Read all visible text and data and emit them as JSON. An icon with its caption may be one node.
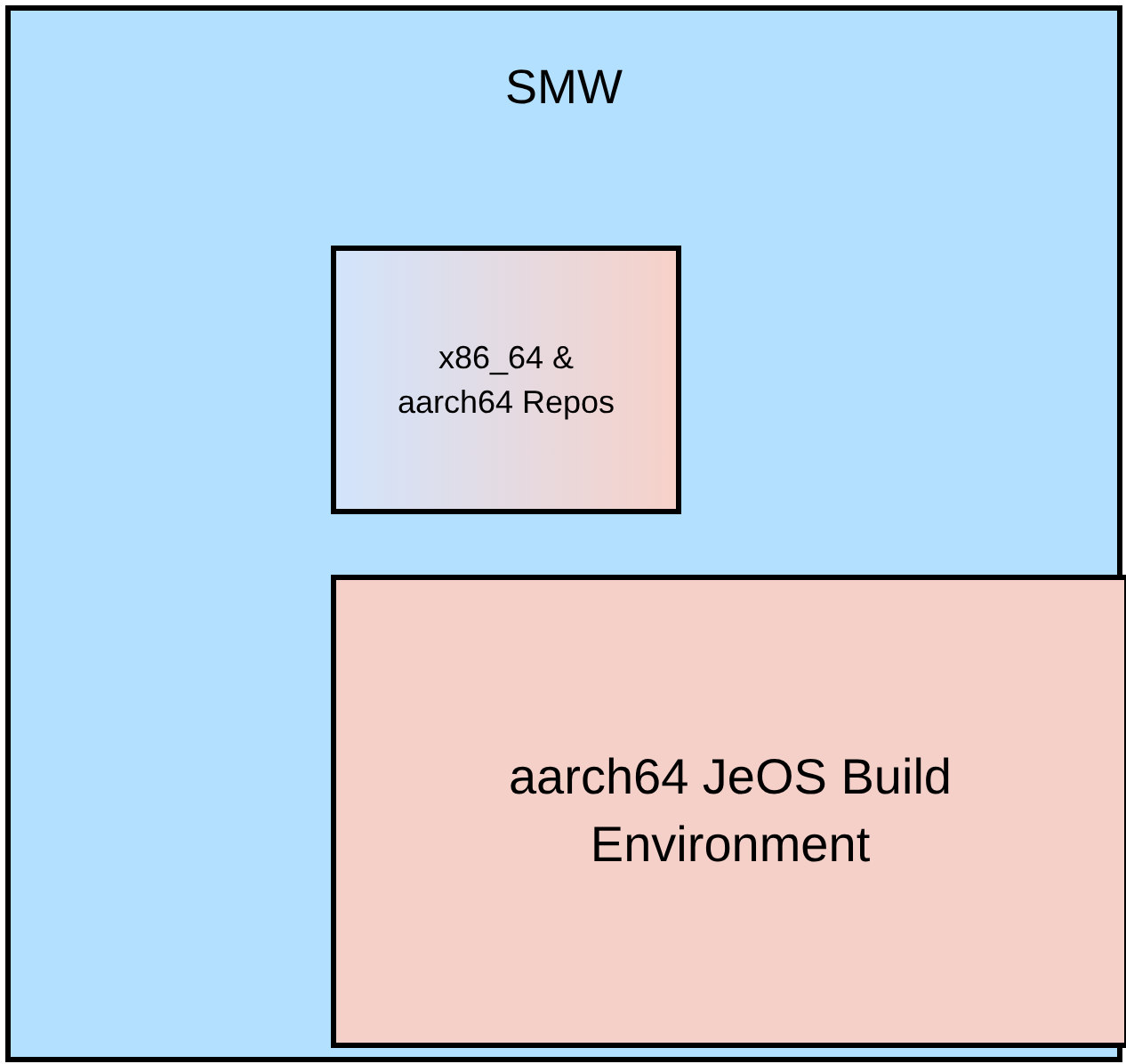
{
  "diagram": {
    "nodes": [
      {
        "text": [
          "SMW"
        ]
      },
      {
        "text": [
          "x86_64 & aarch64 Repos"
        ],
        "in": 0
      },
      {
        "text": [
          "aarch64 JeOS Build Environment"
        ],
        "in": 0
      }
    ]
  }
}
